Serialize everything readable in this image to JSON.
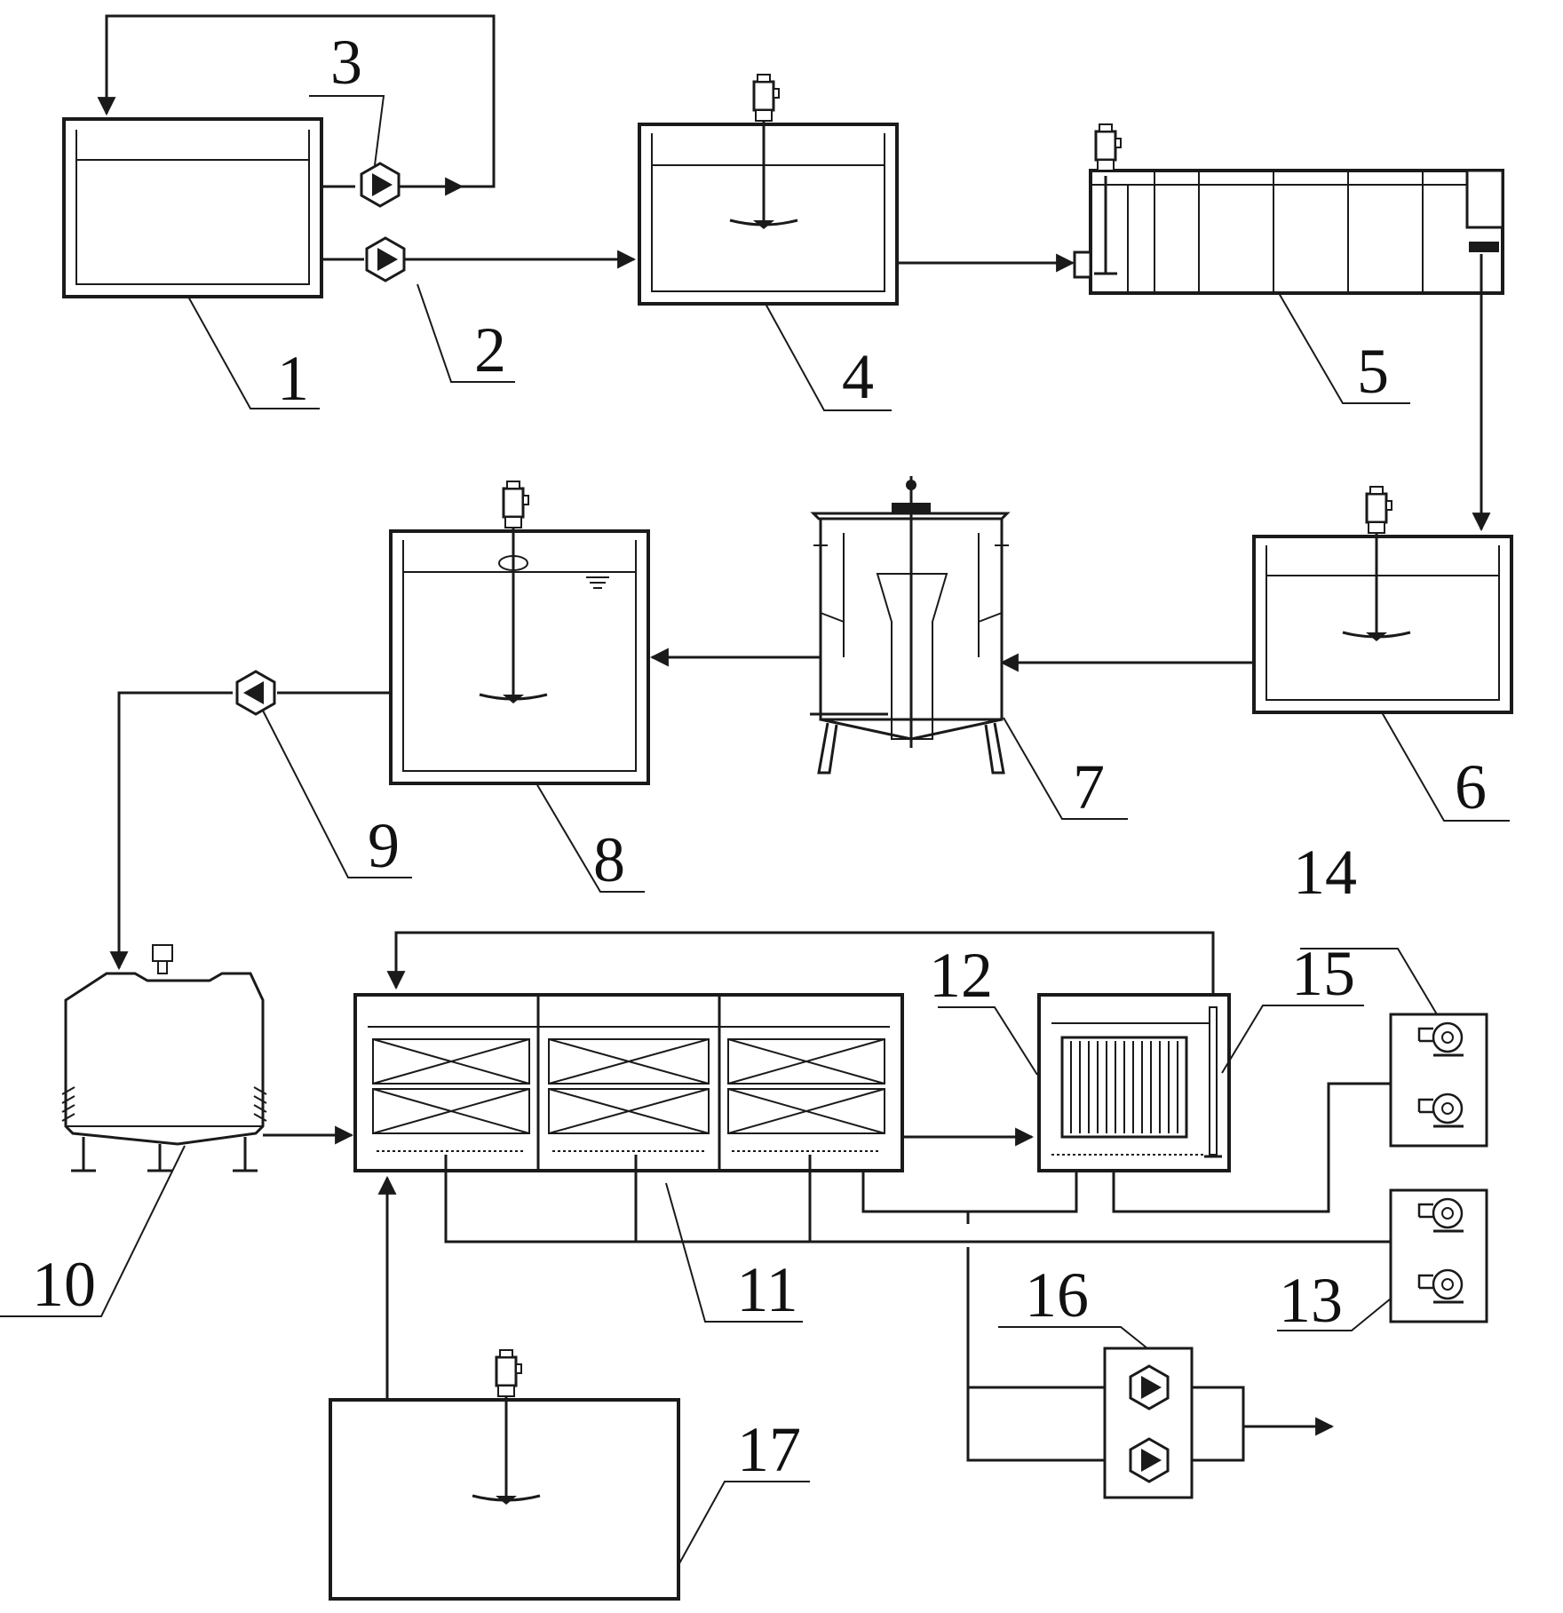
{
  "labels": {
    "n1": "1",
    "n2": "2",
    "n3": "3",
    "n4": "4",
    "n5": "5",
    "n6": "6",
    "n7": "7",
    "n8": "8",
    "n9": "9",
    "n10": "10",
    "n11": "11",
    "n12": "12",
    "n13": "13",
    "n14": "14",
    "n15": "15",
    "n16": "16",
    "n17": "17"
  },
  "colors": {
    "line": "#1a1a1a",
    "background": "#ffffff"
  },
  "icons": [
    "pump-icon",
    "agitator-icon",
    "blower-icon",
    "flow-arrow-icon"
  ]
}
